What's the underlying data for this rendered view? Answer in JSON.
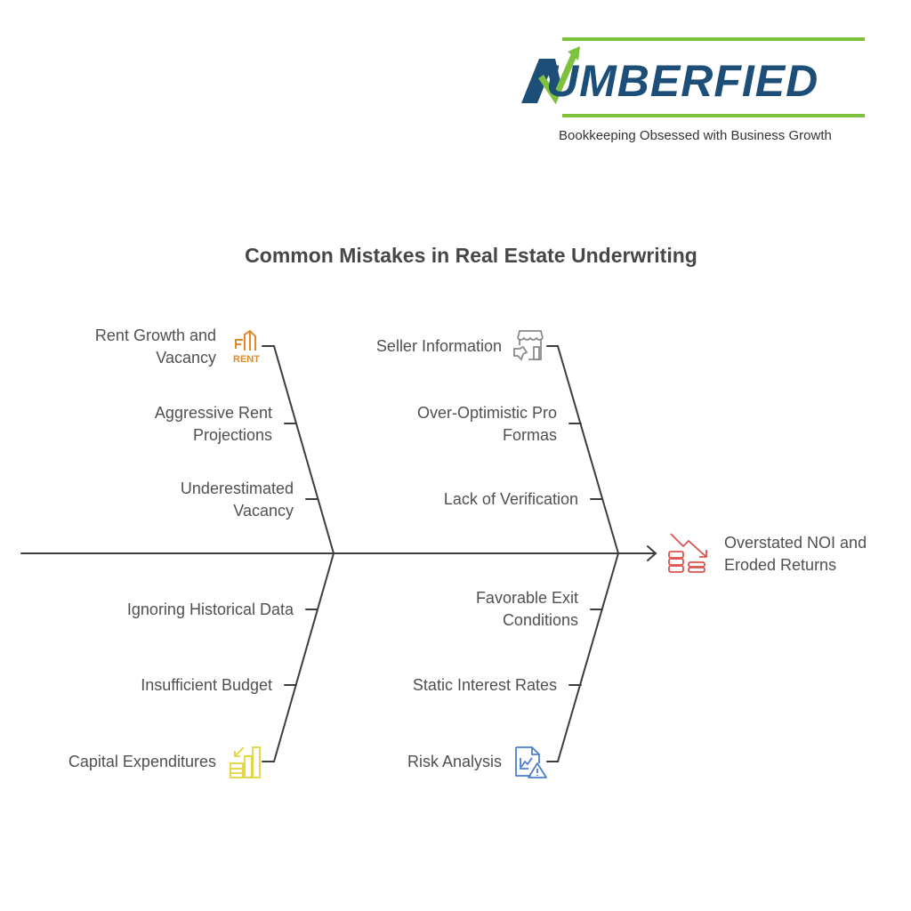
{
  "brand": {
    "name": "UMBERFIED",
    "full_name": "NUMBERFIED",
    "tagline": "Bookkeeping Obsessed with Business Growth",
    "colors": {
      "primary": "#1c4e78",
      "accent": "#7dc13c"
    }
  },
  "diagram": {
    "title": "Common Mistakes in Real Estate Underwriting",
    "type": "fishbone",
    "effect": {
      "label_line1": "Overstated NOI and",
      "label_line2": "Eroded Returns",
      "icon": "declining-coins-icon",
      "color": "#d9534f"
    },
    "categories": [
      {
        "position": "top-left",
        "label_line1": "Rent Growth and",
        "label_line2": "Vacancy",
        "icon": "rent-building-icon",
        "color": "#e08a2c",
        "causes": [
          {
            "line1": "Aggressive Rent",
            "line2": "Projections"
          },
          {
            "line1": "Underestimated",
            "line2": "Vacancy"
          }
        ]
      },
      {
        "position": "top-right",
        "label_line1": "Seller Information",
        "icon": "storefront-thumbs-down-icon",
        "color": "#8a8a8a",
        "causes": [
          {
            "line1": "Over-Optimistic Pro",
            "line2": "Formas"
          },
          {
            "line1": "Lack of Verification"
          }
        ]
      },
      {
        "position": "bottom-left",
        "label_line1": "Capital Expenditures",
        "icon": "bar-chart-coins-icon",
        "color": "#e3d43a",
        "causes": [
          {
            "line1": "Ignoring Historical Data"
          },
          {
            "line1": "Insufficient Budget"
          }
        ]
      },
      {
        "position": "bottom-right",
        "label_line1": "Risk Analysis",
        "icon": "document-chart-warning-icon",
        "color": "#4a7fd4",
        "causes": [
          {
            "line1": "Favorable Exit",
            "line2": "Conditions"
          },
          {
            "line1": "Static Interest Rates"
          }
        ]
      }
    ]
  }
}
